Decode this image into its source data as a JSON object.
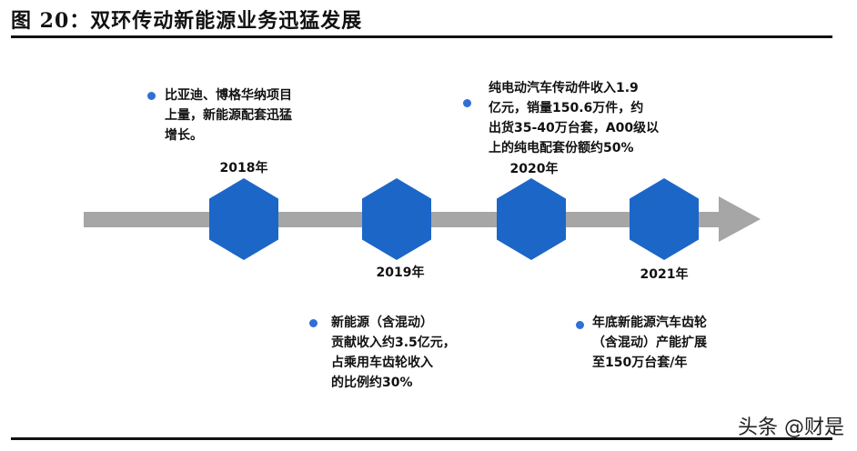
{
  "title": "图 20：双环传动新能源业务迅猛发展",
  "timeline": [
    {
      "year": "2018年",
      "text": [
        "比亚迪、博格华纳项目",
        "上量，新能源配套迅猛",
        "增长。"
      ]
    },
    {
      "year": "2019年",
      "text": [
        "新能源（含混动）",
        "贡献收入约3.5亿元，",
        "占乘用车齿轮收入",
        "的比例约30%"
      ]
    },
    {
      "year": "2020年",
      "text": [
        "纯电动汽车传动件收入1.9",
        "亿元，销量150.6万件，约",
        "出货35-40万台套，A00级以",
        "上的纯电配套份额约50%"
      ]
    },
    {
      "year": "2021年",
      "text": [
        "年底新能源汽车齿轮",
        "（含混动）产能扩展",
        "至150万台套/年"
      ]
    }
  ],
  "colors": {
    "hexagon": "#1c66c8",
    "arrow": "#a6a6a6",
    "bullet": "#2f6fd6"
  },
  "watermark": "头条 @财是"
}
